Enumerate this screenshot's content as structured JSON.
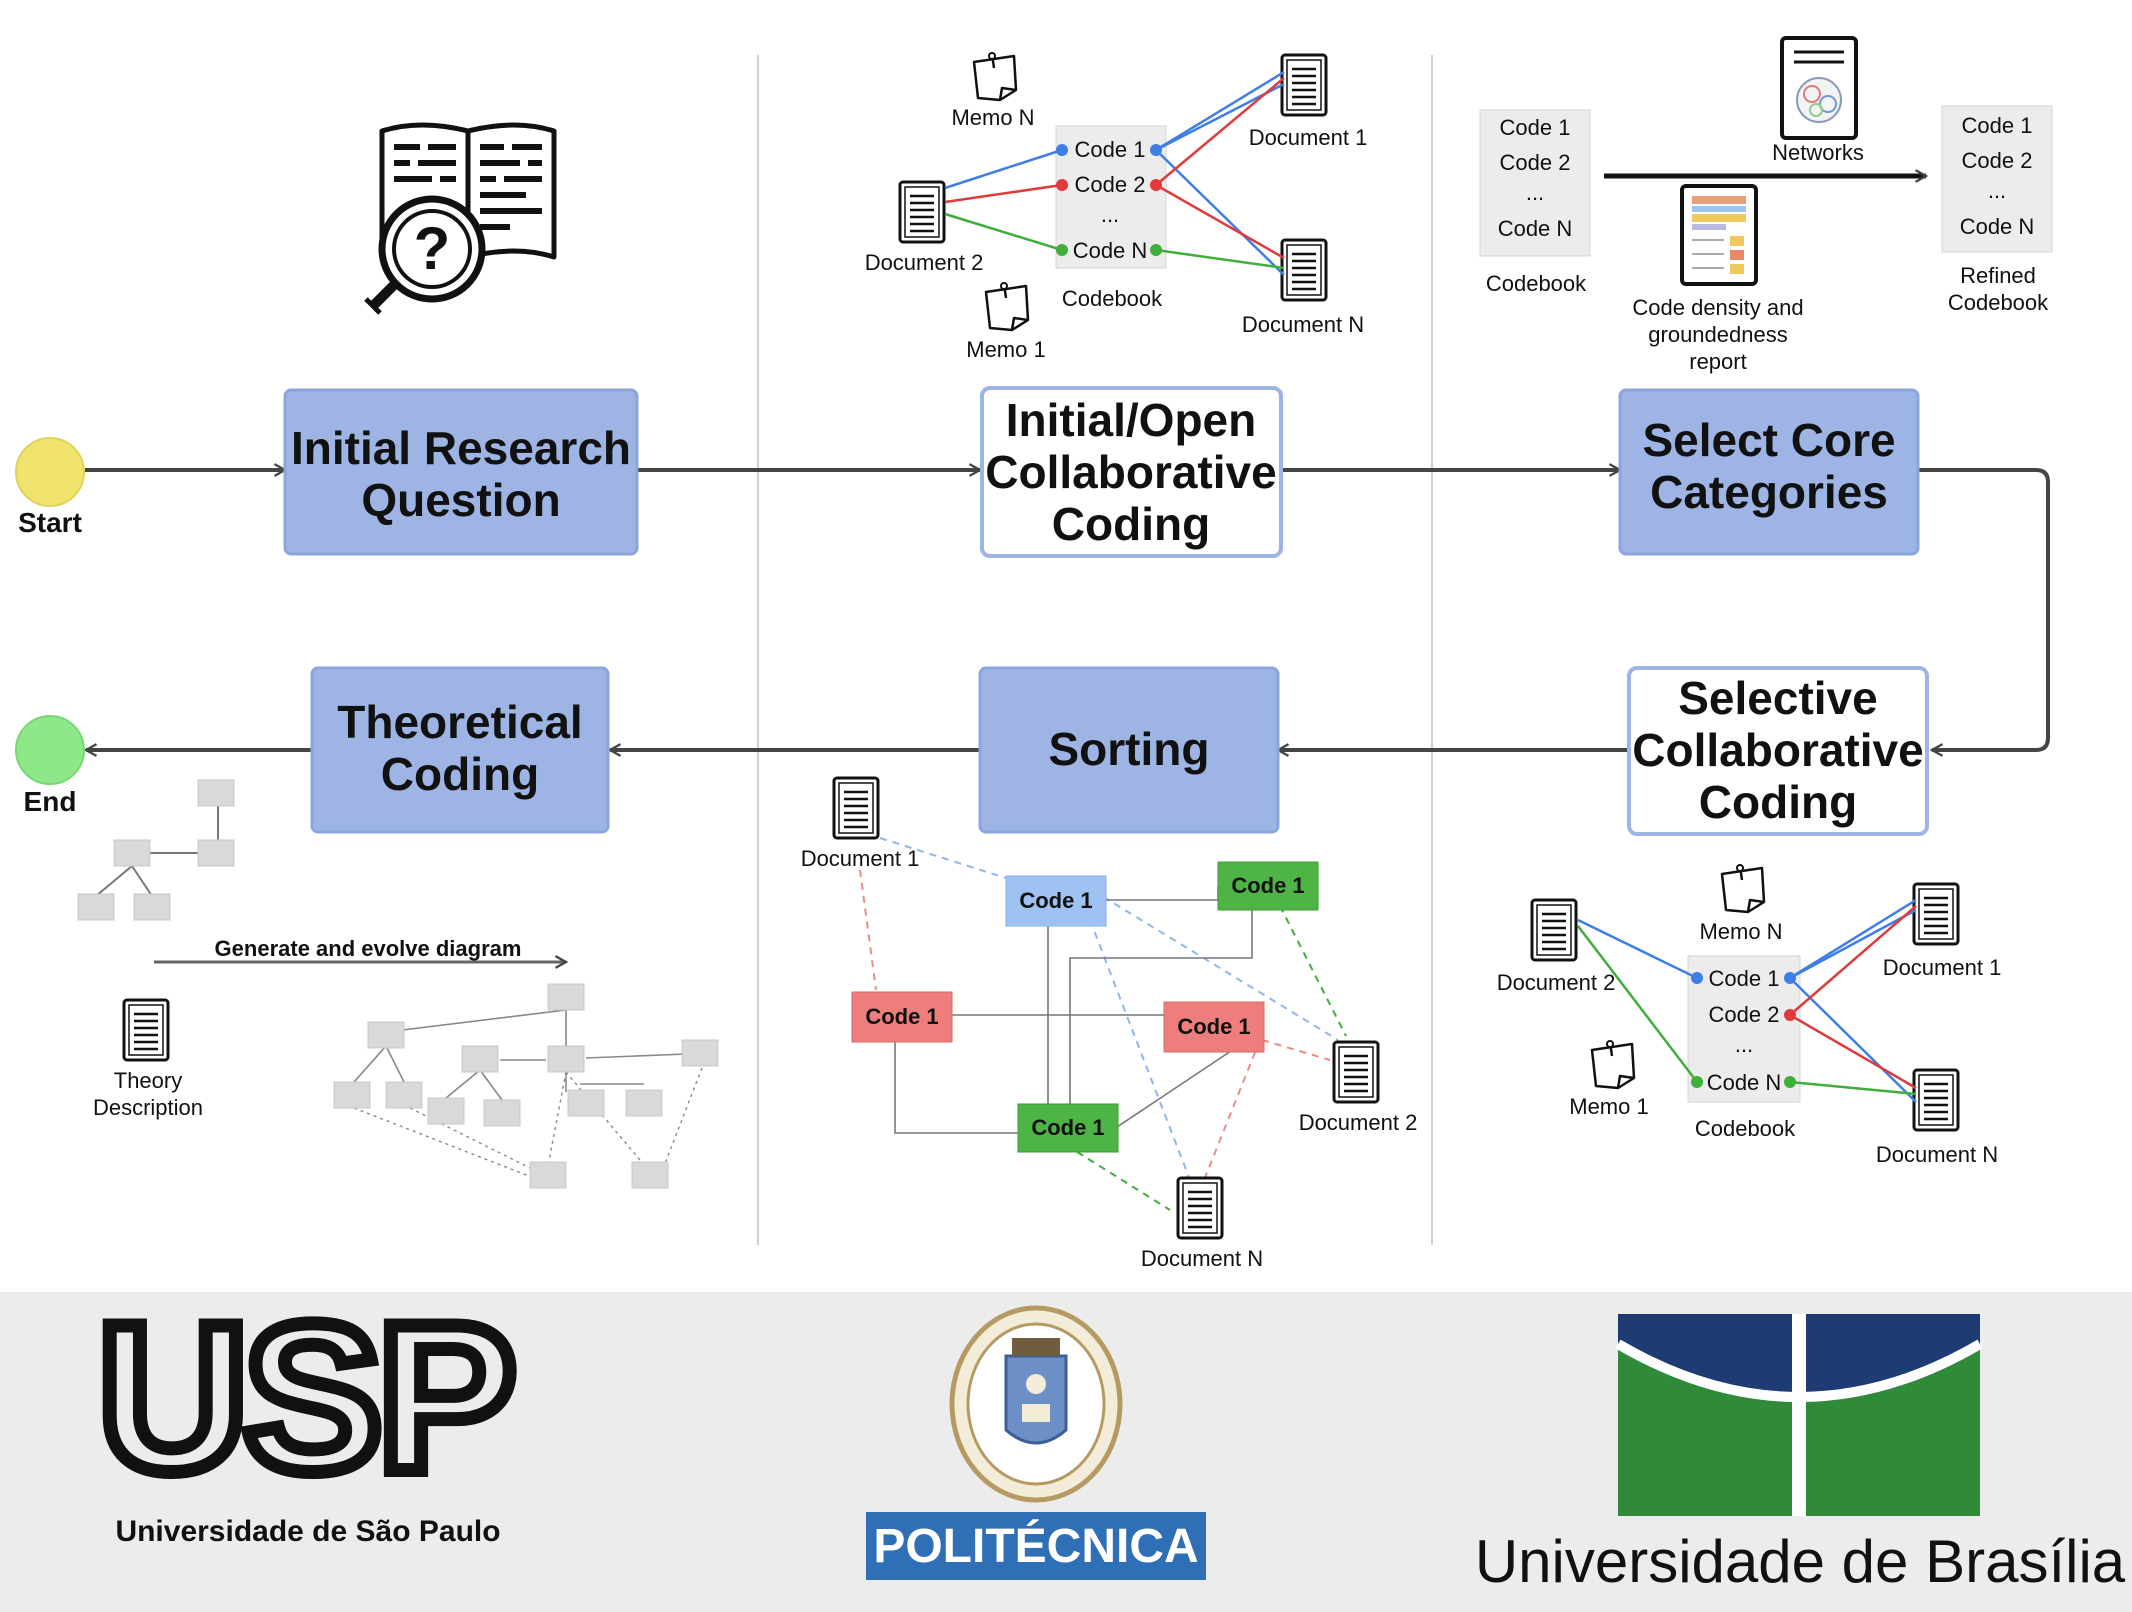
{
  "process": {
    "start_label": "Start",
    "end_label": "End",
    "nodes": {
      "initial_research": [
        "Initial Research",
        "Question"
      ],
      "open_coding": [
        "Initial/Open",
        "Collaborative",
        "Coding"
      ],
      "select_core": [
        "Select Core",
        "Categories"
      ],
      "selective_coding": [
        "Selective",
        "Collaborative",
        "Coding"
      ],
      "sorting": [
        "Sorting"
      ],
      "theoretical_coding": [
        "Theoretical",
        "Coding"
      ]
    }
  },
  "open_coding_illustration": {
    "memo_n": "Memo N",
    "memo_1": "Memo 1",
    "document_1": "Document 1",
    "document_2": "Document 2",
    "document_n": "Document N",
    "codebook_items": [
      "Code 1",
      "Code 2",
      "...",
      "Code N"
    ],
    "codebook_label": "Codebook"
  },
  "core_categories_illustration": {
    "codebook_items": [
      "Code 1",
      "Code 2",
      "...",
      "Code N"
    ],
    "codebook_label": "Codebook",
    "networks_label": "Networks",
    "density_report_label": [
      "Code density and",
      "groundedness",
      "report"
    ],
    "refined_items": [
      "Code 1",
      "Code 2",
      "...",
      "Code N"
    ],
    "refined_label": [
      "Refined",
      "Codebook"
    ]
  },
  "selective_coding_illustration": {
    "memo_n": "Memo N",
    "memo_1": "Memo 1",
    "document_1": "Document 1",
    "document_2": "Document 2",
    "document_n": "Document N",
    "codebook_items": [
      "Code 1",
      "Code 2",
      "...",
      "Code N"
    ],
    "codebook_label": "Codebook"
  },
  "sorting_illustration": {
    "document_1": "Document 1",
    "document_2": "Document 2",
    "document_n": "Document N",
    "code_label": "Code 1"
  },
  "theoretical_illustration": {
    "arrow_label": "Generate and evolve diagram",
    "theory_label": [
      "Theory",
      "Description"
    ]
  },
  "logos": {
    "usp_wordmark": "USP",
    "usp_name": "Universidade de São Paulo",
    "upm_name": "POLITÉCNICA",
    "unb_name": "Universidade de Brasília"
  },
  "colors": {
    "process_fill": "#9db4e4",
    "process_border": "#8aa6dd",
    "start": "#f1e46e",
    "end": "#8ee88a",
    "code_blue": "#9ec3f2",
    "code_red": "#ee7e7b",
    "code_green": "#4db445",
    "line_blue": "#3f7ee6",
    "line_red": "#e03a3a",
    "line_green": "#3fae3a",
    "footer_bg": "#ececec",
    "unb_blue": "#1f3b73",
    "unb_green": "#2f8a3a",
    "upm_blue": "#2f6fb5"
  }
}
